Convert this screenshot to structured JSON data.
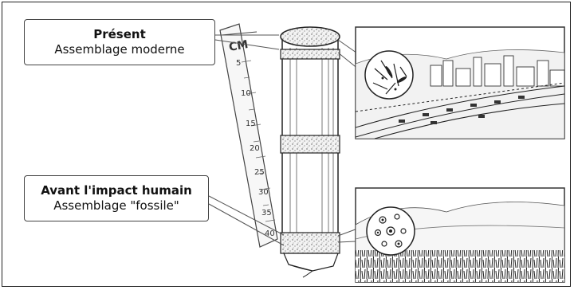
{
  "labels": {
    "present": {
      "title": "Présent",
      "subtitle": "Assemblage moderne"
    },
    "past": {
      "title": "Avant l'impact humain",
      "subtitle": "Assemblage \"fossile\""
    }
  },
  "ruler": {
    "unit": "CM",
    "ticks": [
      "5",
      "10",
      "15",
      "20",
      "25",
      "30",
      "35",
      "40"
    ]
  },
  "colors": {
    "ink": "#222222",
    "paper": "#ffffff",
    "line": "#555555"
  }
}
